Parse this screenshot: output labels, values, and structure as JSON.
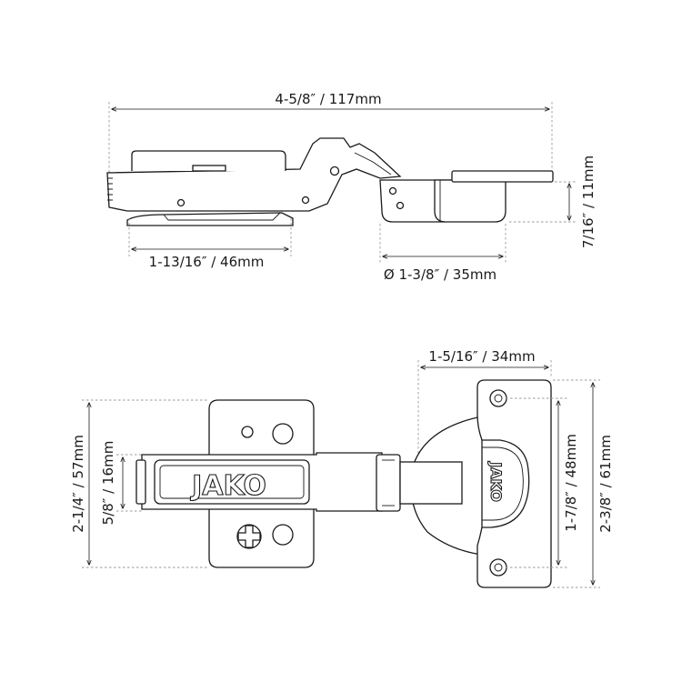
{
  "dimensions": {
    "overall_width": "4-5/8″ / 117mm",
    "plate_length": "1-13/16″ / 46mm",
    "cup_height": "7/16″ / 11mm",
    "cup_diameter": "Ø 1-3/8″ / 35mm",
    "arm_reach": "1-5/16″ / 34mm",
    "plate_height": "2-1/4″ / 57mm",
    "arm_slot": "5/8″ / 16mm",
    "screw_spacing": "1-7/8″ / 48mm",
    "cup_plate_height": "2-3/8″ / 61mm"
  },
  "logos": {
    "arm_logo": "JAKO",
    "cup_logo": "JAKO"
  },
  "colors": {
    "line": "#1a1a1a",
    "guide": "#9a9a9a",
    "background": "#ffffff"
  }
}
